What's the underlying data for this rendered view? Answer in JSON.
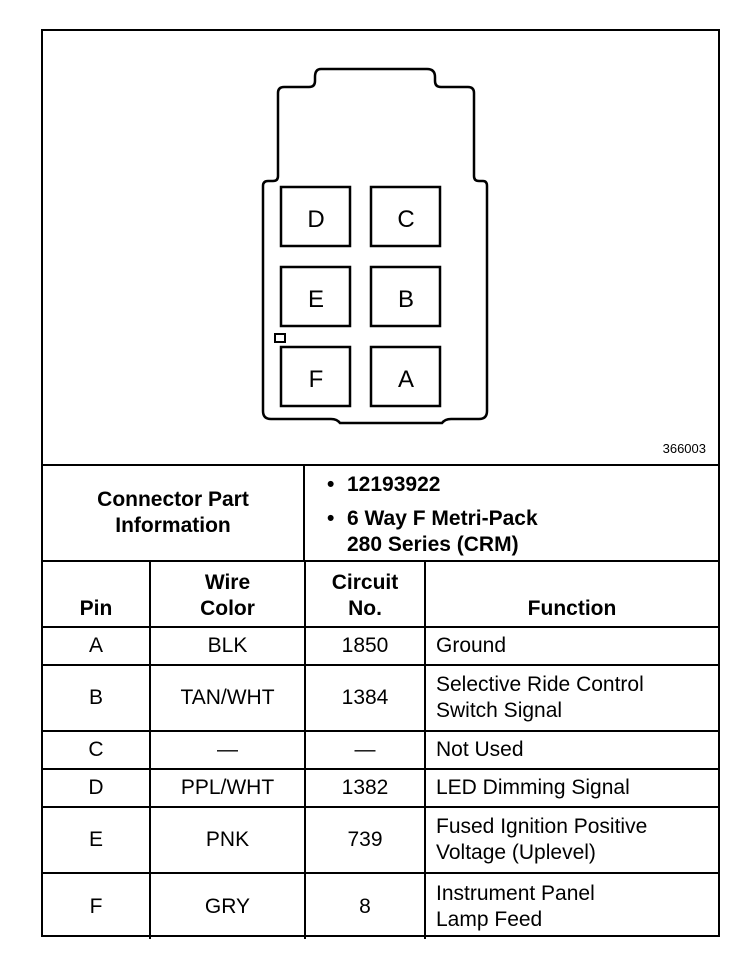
{
  "connector_diagram": {
    "figure_id": "366003",
    "pins": {
      "d": "D",
      "c": "C",
      "e": "E",
      "b": "B",
      "f": "F",
      "a": "A"
    }
  },
  "connector_info": {
    "label_line1": "Connector Part",
    "label_line2": "Information",
    "bullet": "•",
    "items": [
      {
        "text": "12193922"
      },
      {
        "text": "6 Way F Metri-Pack"
      }
    ],
    "item_continuation": "280 Series (CRM)"
  },
  "table": {
    "headers": {
      "pin": "Pin",
      "wire_color_line1": "Wire",
      "wire_color_line2": "Color",
      "circuit_line1": "Circuit",
      "circuit_line2": "No.",
      "function": "Function"
    },
    "rows": [
      {
        "pin": "A",
        "wire_color": "BLK",
        "circuit": "1850",
        "function_line1": "Ground",
        "function_line2": ""
      },
      {
        "pin": "B",
        "wire_color": "TAN/WHT",
        "circuit": "1384",
        "function_line1": "Selective Ride Control",
        "function_line2": "Switch Signal"
      },
      {
        "pin": "C",
        "wire_color": "—",
        "circuit": "—",
        "function_line1": "Not Used",
        "function_line2": ""
      },
      {
        "pin": "D",
        "wire_color": "PPL/WHT",
        "circuit": "1382",
        "function_line1": "LED Dimming Signal",
        "function_line2": ""
      },
      {
        "pin": "E",
        "wire_color": "PNK",
        "circuit": "739",
        "function_line1": "Fused Ignition Positive",
        "function_line2": "Voltage (Uplevel)"
      },
      {
        "pin": "F",
        "wire_color": "GRY",
        "circuit": "8",
        "function_line1": "Instrument Panel",
        "function_line2": "Lamp Feed"
      }
    ]
  }
}
